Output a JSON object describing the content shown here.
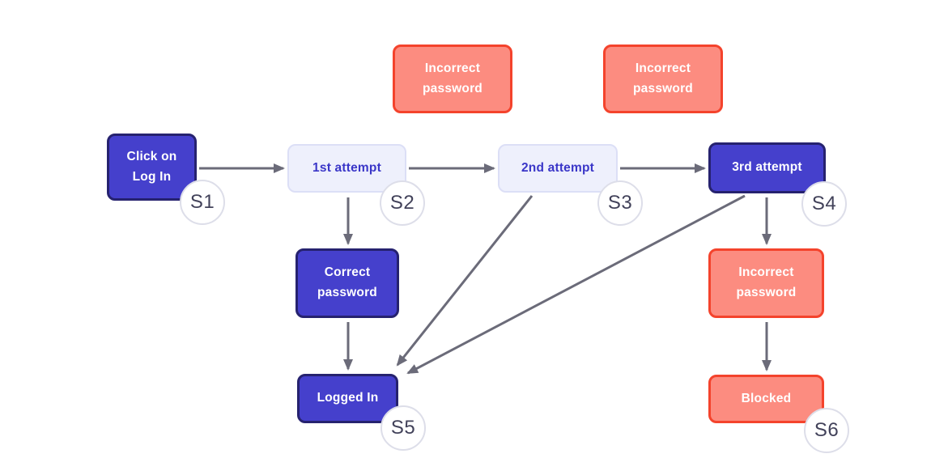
{
  "colors": {
    "dark_fill": "#4540CC",
    "dark_border": "#26226F",
    "light_fill": "#EEF0FC",
    "light_border": "#DCDFF6",
    "light_text": "#3A36C8",
    "salmon_fill": "#FC8C80",
    "salmon_border": "#F4432C",
    "arrow": "#6B6B79",
    "badge_border": "#DDDEE9",
    "badge_text": "#42425A",
    "bg": "#FFFFFF"
  },
  "nodes": {
    "click_login": {
      "label": "Click on\nLog In",
      "badge": "S1",
      "style": "dark"
    },
    "first_attempt": {
      "label": "1st attempt",
      "badge": "S2",
      "style": "light"
    },
    "second_attempt": {
      "label": "2nd attempt",
      "badge": "S3",
      "style": "light"
    },
    "third_attempt": {
      "label": "3rd attempt",
      "badge": "S4",
      "style": "dark"
    },
    "incorrect_top_1": {
      "label": "Incorrect\npassword",
      "style": "salmon"
    },
    "incorrect_top_2": {
      "label": "Incorrect\npassword",
      "style": "salmon"
    },
    "correct_password": {
      "label": "Correct\npassword",
      "style": "dark"
    },
    "logged_in": {
      "label": "Logged In",
      "badge": "S5",
      "style": "dark"
    },
    "incorrect_right": {
      "label": "Incorrect\npassword",
      "style": "salmon"
    },
    "blocked": {
      "label": "Blocked",
      "badge": "S6",
      "style": "salmon"
    }
  },
  "edges": [
    {
      "from": "click_login",
      "to": "first_attempt"
    },
    {
      "from": "first_attempt",
      "to": "second_attempt"
    },
    {
      "from": "second_attempt",
      "to": "third_attempt"
    },
    {
      "from": "first_attempt",
      "to": "correct_password"
    },
    {
      "from": "correct_password",
      "to": "logged_in"
    },
    {
      "from": "second_attempt",
      "to": "logged_in"
    },
    {
      "from": "third_attempt",
      "to": "logged_in"
    },
    {
      "from": "third_attempt",
      "to": "incorrect_right"
    },
    {
      "from": "incorrect_right",
      "to": "blocked"
    }
  ]
}
